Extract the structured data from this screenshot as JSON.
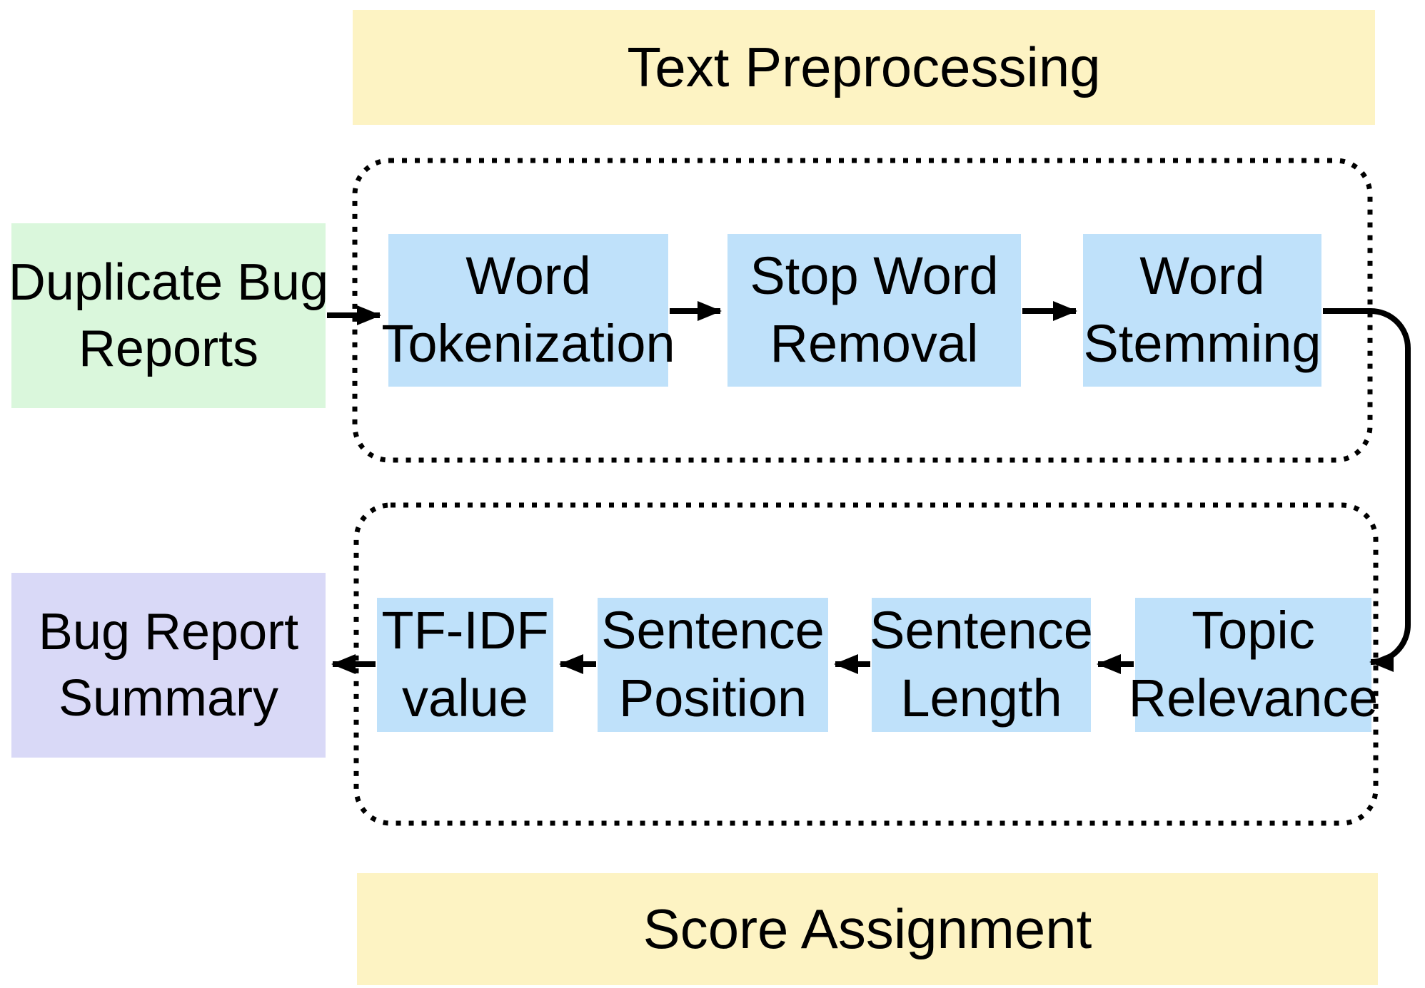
{
  "diagram": {
    "top_banner": "Text Preprocessing",
    "bottom_banner": "Score Assignment",
    "input_node": "Duplicate Bug\nReports",
    "output_node": "Bug Report\nSummary",
    "preprocessing_steps": [
      "Word\nTokenization",
      "Stop Word\nRemoval",
      "Word\nStemming"
    ],
    "scoring_steps": [
      "TF-IDF\nvalue",
      "Sentence\nPosition",
      "Sentence\nLength",
      "Topic\nRelevance"
    ],
    "flow": {
      "row1_direction": "left-to-right",
      "row2_direction": "right-to-left"
    },
    "colors": {
      "banner_yellow": "#fdf3c3",
      "input_green": "#daf7dc",
      "step_blue": "#bfe1fa",
      "output_purple": "#d9d9f7",
      "line_black": "#000000",
      "background_white": "#ffffff"
    }
  }
}
